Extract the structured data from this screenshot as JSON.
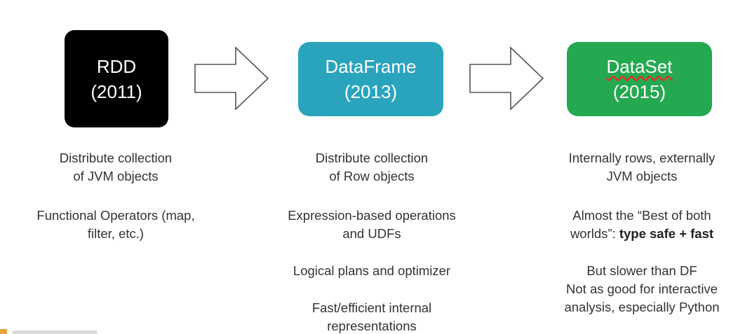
{
  "boxes": [
    {
      "title": "RDD",
      "year": "(2011)",
      "color": "#000000"
    },
    {
      "title": "DataFrame",
      "year": "(2013)",
      "color": "#2aa4bd"
    },
    {
      "title": "DataSet",
      "year": "(2015)",
      "color": "#24a950"
    }
  ],
  "columns": {
    "rdd": {
      "p1": [
        "Distribute collection",
        "of JVM objects"
      ],
      "p2": [
        "Functional Operators (map,",
        "filter, etc.)"
      ]
    },
    "dataframe": {
      "p1": [
        "Distribute collection",
        "of Row objects"
      ],
      "p2": [
        "Expression-based operations",
        "and UDFs"
      ],
      "p3": [
        "Logical plans and optimizer"
      ],
      "p4": [
        "Fast/efficient internal",
        "representations"
      ]
    },
    "dataset": {
      "p1": [
        "Internally rows, externally",
        "JVM objects"
      ],
      "p2_line1": "Almost the “Best of both",
      "p2_line2_prefix": "worlds”: ",
      "p2_line2_bold": "type safe + fast",
      "p3": [
        "But slower than DF",
        "Not as good for interactive",
        "analysis, especially Python"
      ]
    }
  }
}
